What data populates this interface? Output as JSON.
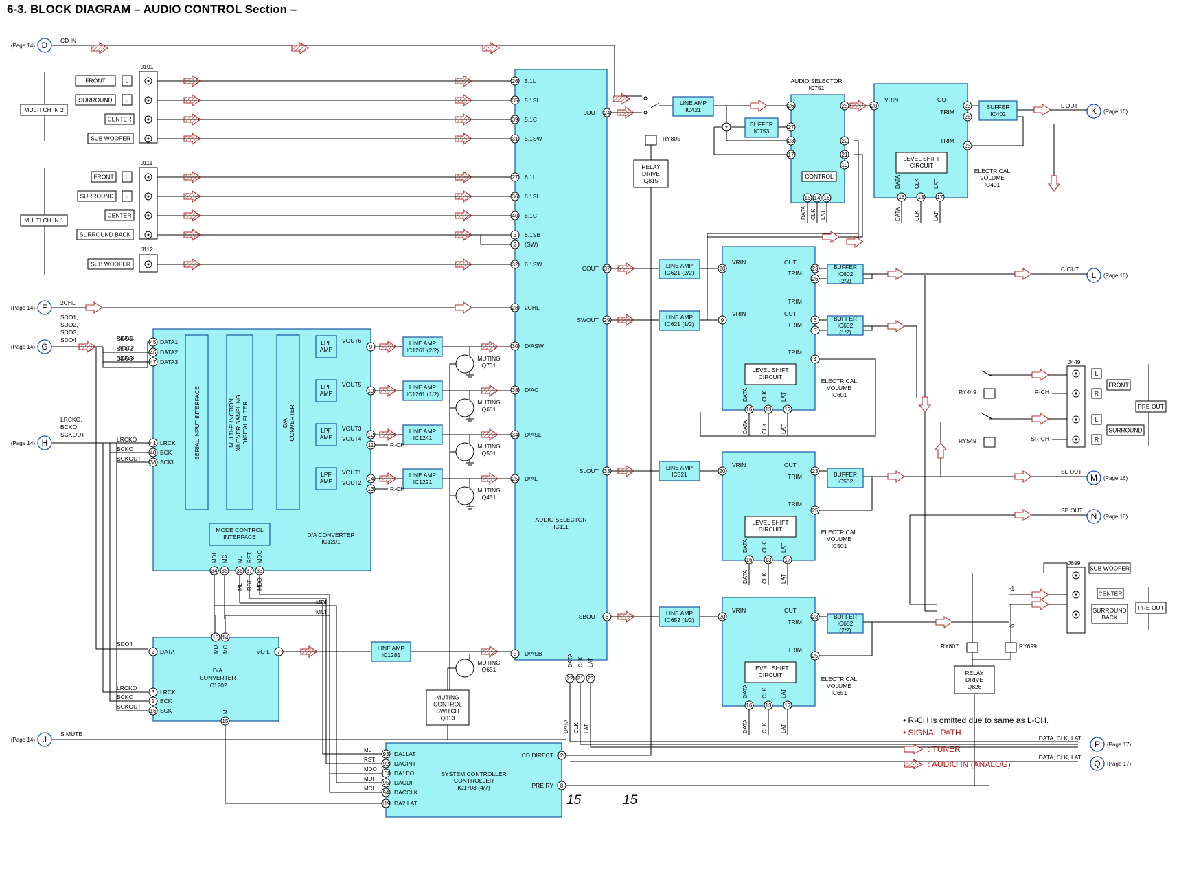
{
  "title": "6-3.   BLOCK  DIAGRAM  – AUDIO CONTROL Section –",
  "page_numbers": [
    "15",
    "15"
  ],
  "connectors": [
    {
      "letter": "D",
      "page": "(Page 14)",
      "signal": "CD IN"
    },
    {
      "letter": "E",
      "page": "(Page 14)",
      "signal": "2CHL"
    },
    {
      "letter": "G",
      "page": "(Page 14)",
      "signal": "SDO1, SDO2, SDO3, SDO4"
    },
    {
      "letter": "H",
      "page": "(Page 14)",
      "signal": "LRCKO, BCKO, SCKOUT"
    },
    {
      "letter": "J",
      "page": "(Page 14)",
      "signal": "S MUTE"
    },
    {
      "letter": "K",
      "page": "(Page 16)",
      "signal": "L OUT"
    },
    {
      "letter": "L",
      "page": "(Page 16)",
      "signal": "C OUT"
    },
    {
      "letter": "M",
      "page": "(Page 16)",
      "signal": "SL OUT"
    },
    {
      "letter": "N",
      "page": "(Page 16)",
      "signal": "SB OUT"
    },
    {
      "letter": "P",
      "page": "(Page 17)",
      "signal": "DATA, CLK, LAT"
    },
    {
      "letter": "Q",
      "page": "(Page 17)",
      "signal": "DATA, CLK, LAT"
    }
  ],
  "multi_ch_in2": {
    "label": "MULTI CH IN 2",
    "jack": "J101",
    "inputs": [
      "FRONT",
      "SURROUND",
      "CENTER",
      "SUB WOOFER"
    ],
    "lr": [
      "L",
      "L"
    ]
  },
  "multi_ch_in1": {
    "label": "MULTI CH IN 1",
    "jack1": "J111",
    "jack2": "J112",
    "inputs": [
      "FRONT",
      "SURROUND",
      "CENTER",
      "SURROUND BACK",
      "SUB WOOFER"
    ],
    "lr": [
      "L",
      "L"
    ]
  },
  "ic111": {
    "name": "AUDIO SELECTOR",
    "part": "IC111",
    "inputs": [
      {
        "pin": "26",
        "label": "5.1L"
      },
      {
        "pin": "35",
        "label": "5.1SL"
      },
      {
        "pin": "39",
        "label": "5.1C"
      },
      {
        "pin": "31",
        "label": "5.1SW"
      },
      {
        "pin": "27",
        "label": "6.1L"
      },
      {
        "pin": "36",
        "label": "6.1SL"
      },
      {
        "pin": "40",
        "label": "6.1C"
      },
      {
        "pin": "3",
        "label": "6.1SB"
      },
      {
        "pin": "2",
        "label": "(SW)"
      },
      {
        "pin": "32",
        "label": "6.1SW"
      },
      {
        "pin": "28",
        "label": "2CHL"
      },
      {
        "pin": "30",
        "label": "D/ASW"
      },
      {
        "pin": "38",
        "label": "D/AC"
      },
      {
        "pin": "34",
        "label": "D/ASL"
      },
      {
        "pin": "25",
        "label": "D/AL"
      },
      {
        "pin": "5",
        "label": "D/ASB"
      }
    ],
    "outputs": [
      {
        "pin": "24",
        "label": "LOUT"
      },
      {
        "pin": "37",
        "label": "COUT"
      },
      {
        "pin": "29",
        "label": "SWOUT"
      },
      {
        "pin": "33",
        "label": "SLOUT"
      },
      {
        "pin": "6",
        "label": "SBOUT"
      }
    ],
    "control": [
      {
        "pin": "22",
        "label": "DATA"
      },
      {
        "pin": "21",
        "label": "CLK"
      },
      {
        "pin": "23",
        "label": "LAT"
      }
    ]
  },
  "ic1201": {
    "name": "D/A CONVERTER",
    "part": "IC1201",
    "inputs": [
      {
        "pin": "45",
        "label": "DATA1",
        "sig": "SDO1"
      },
      {
        "pin": "46",
        "label": "DATA2",
        "sig": "SDO2"
      },
      {
        "pin": "47",
        "label": "DATA3",
        "sig": "SDO3"
      },
      {
        "pin": "41",
        "label": "LRCK",
        "sig": "LRCKO"
      },
      {
        "pin": "40",
        "label": "BCK",
        "sig": "BCKO"
      },
      {
        "pin": "38",
        "label": "SCKI",
        "sig": "SCKOUT"
      }
    ],
    "serial": "SERIAL INPUT INTERFACE",
    "filter": "MULTI-FUNCTION X8 OVER SAMPLING DIGITAL FILTER",
    "dac": "D/A CONVERTER",
    "mode": "MODE CONTROL INTERFACE",
    "lpf": "LPF AMP",
    "outs": [
      {
        "pin": "9",
        "label": "VOUT6"
      },
      {
        "pin": "10",
        "label": "VOUT5"
      },
      {
        "pin": "12",
        "label": "VOUT3"
      },
      {
        "pin": "11",
        "label": "VOUT4"
      },
      {
        "pin": "14",
        "label": "VOUT1"
      },
      {
        "pin": "13",
        "label": "VOUT2"
      }
    ],
    "rch": "R-CH",
    "ctrl_pins": [
      {
        "pin": "34",
        "label": "MDI"
      },
      {
        "pin": "35",
        "label": "MC"
      },
      {
        "pin": "36",
        "label": "ML"
      },
      {
        "pin": "37",
        "label": "RST"
      },
      {
        "pin": "33",
        "label": "MDO"
      }
    ]
  },
  "ic1202": {
    "name": "D/A CONVERTER",
    "part": "IC1202",
    "sdo4": "SDO4",
    "pins": [
      {
        "pin": "2",
        "label": "DATA"
      },
      {
        "pin": "3",
        "label": "LRCK",
        "sig": "LRCKO"
      },
      {
        "pin": "1",
        "label": "BCK",
        "sig": "BCKO"
      },
      {
        "pin": "16",
        "label": "SCK",
        "sig": "SCKOUT"
      }
    ],
    "md_pins": [
      {
        "pin": "13",
        "label": "MD"
      },
      {
        "pin": "14",
        "label": "MC"
      }
    ],
    "ml_pin": {
      "pin": "15",
      "label": "ML"
    },
    "vol": {
      "pin": "7",
      "label": "VO L"
    }
  },
  "line_amps_da": [
    "LINE AMP IC1261 (2/2)",
    "LINE AMP IC1261 (1/2)",
    "LINE AMP IC1241",
    "LINE AMP IC1221",
    "LINE AMP IC1281"
  ],
  "mutings": [
    "MUTING Q701",
    "MUTING Q601",
    "MUTING Q501",
    "MUTING Q451",
    "MUTING Q651"
  ],
  "muting_switch": [
    "MUTING",
    "CONTROL",
    "SWITCH",
    "Q813"
  ],
  "ic1703": {
    "name": "SYSTEM CONTROLLER",
    "part": "IC1703 (4/7)",
    "pins": [
      {
        "pin": "93",
        "label": "DA1LAT",
        "sig": "ML"
      },
      {
        "pin": "92",
        "label": "DACINT",
        "sig": "RST"
      },
      {
        "pin": "108",
        "label": "DA1DO",
        "sig": "MDO"
      },
      {
        "pin": "95",
        "label": "DACDI",
        "sig": "MDI"
      },
      {
        "pin": "94",
        "label": "DACCLK",
        "sig": "MCI"
      },
      {
        "pin": "119",
        "label": "DA2 LAT",
        "sig": ""
      }
    ],
    "right": [
      {
        "pin": "120",
        "label": "CD DIRECT"
      },
      {
        "pin": "8",
        "label": "PRE RY"
      }
    ]
  },
  "bus_labels": {
    "mdi": "MDI",
    "mci": "MCI",
    "ml": "ML",
    "rst": "RST",
    "mdo": "MDO"
  },
  "line_amps_out": [
    "LINE AMP IC421",
    "LINE AMP IC621 (2/2)",
    "LINE AMP IC621 (1/2)",
    "LINE AMP IC521",
    "LINE AMP IC652 (1/2)"
  ],
  "relay805": "RY805",
  "relay_drive1": [
    "RELAY",
    "DRIVE",
    "Q815"
  ],
  "ic751": {
    "title": "AUDIO SELECTOR",
    "part": "IC751",
    "control": "CONTROL",
    "pins": [
      "26",
      "27",
      "23",
      "17",
      "25",
      "22",
      "21",
      "19",
      "15",
      "14",
      "16"
    ],
    "buffer": "BUFFER IC753"
  },
  "ic401": {
    "title": "ELECTRICAL VOLUME IC401",
    "vrin": "VRIN",
    "out": "OUT",
    "trim": "TRIM",
    "level": "LEVEL SHIFT CIRCUIT",
    "buffer": "BUFFER IC402",
    "pins": [
      "20",
      "23",
      "26",
      "25",
      "16",
      "13",
      "17"
    ]
  },
  "ic601": {
    "title": "ELECTRICAL VOLUME IC601",
    "buffers": [
      "BUFFER IC602 (2/2)",
      "BUFFER IC602 (1/2)"
    ],
    "pins": [
      "20",
      "23",
      "26",
      "9",
      "6",
      "5",
      "4",
      "16",
      "13",
      "17"
    ]
  },
  "ic501": {
    "title": "ELECTRICAL VOLUME IC501",
    "buffer": "BUFFER IC502",
    "pins": [
      "20",
      "23",
      "25",
      "16",
      "13",
      "17"
    ]
  },
  "ic651": {
    "title": "ELECTRICAL VOLUME IC651",
    "buffer": "BUFFER IC652 (2/2)",
    "pins": [
      "20",
      "23",
      "25",
      "16",
      "13",
      "17"
    ]
  },
  "ctl_labels": [
    "DATA",
    "CLK",
    "LAT"
  ],
  "j449": {
    "name": "J449",
    "relays": [
      "RY449",
      "RY549"
    ],
    "chs": [
      "R-CH",
      "SR-CH"
    ],
    "lr": [
      "L",
      "R",
      "L",
      "R"
    ],
    "outs": [
      "FRONT",
      "SURROUND"
    ],
    "pre_out": "PRE OUT"
  },
  "j699": {
    "name": "J699",
    "relays": [
      "RY807",
      "RY699"
    ],
    "outs": [
      "SUB WOOFER",
      "CENTER",
      "SURROUND BACK"
    ],
    "pre_out": "PRE OUT",
    "sw": [
      "-1",
      "-2"
    ]
  },
  "relay_drive2": [
    "RELAY",
    "DRIVE",
    "Q826"
  ],
  "legend": {
    "note": "• R-CH is omitted due to same as L-CH.",
    "signal_path": "• SIGNAL PATH",
    "tuner": ": TUNER",
    "audio_in": ": AUDIO IN (ANALOG)"
  }
}
